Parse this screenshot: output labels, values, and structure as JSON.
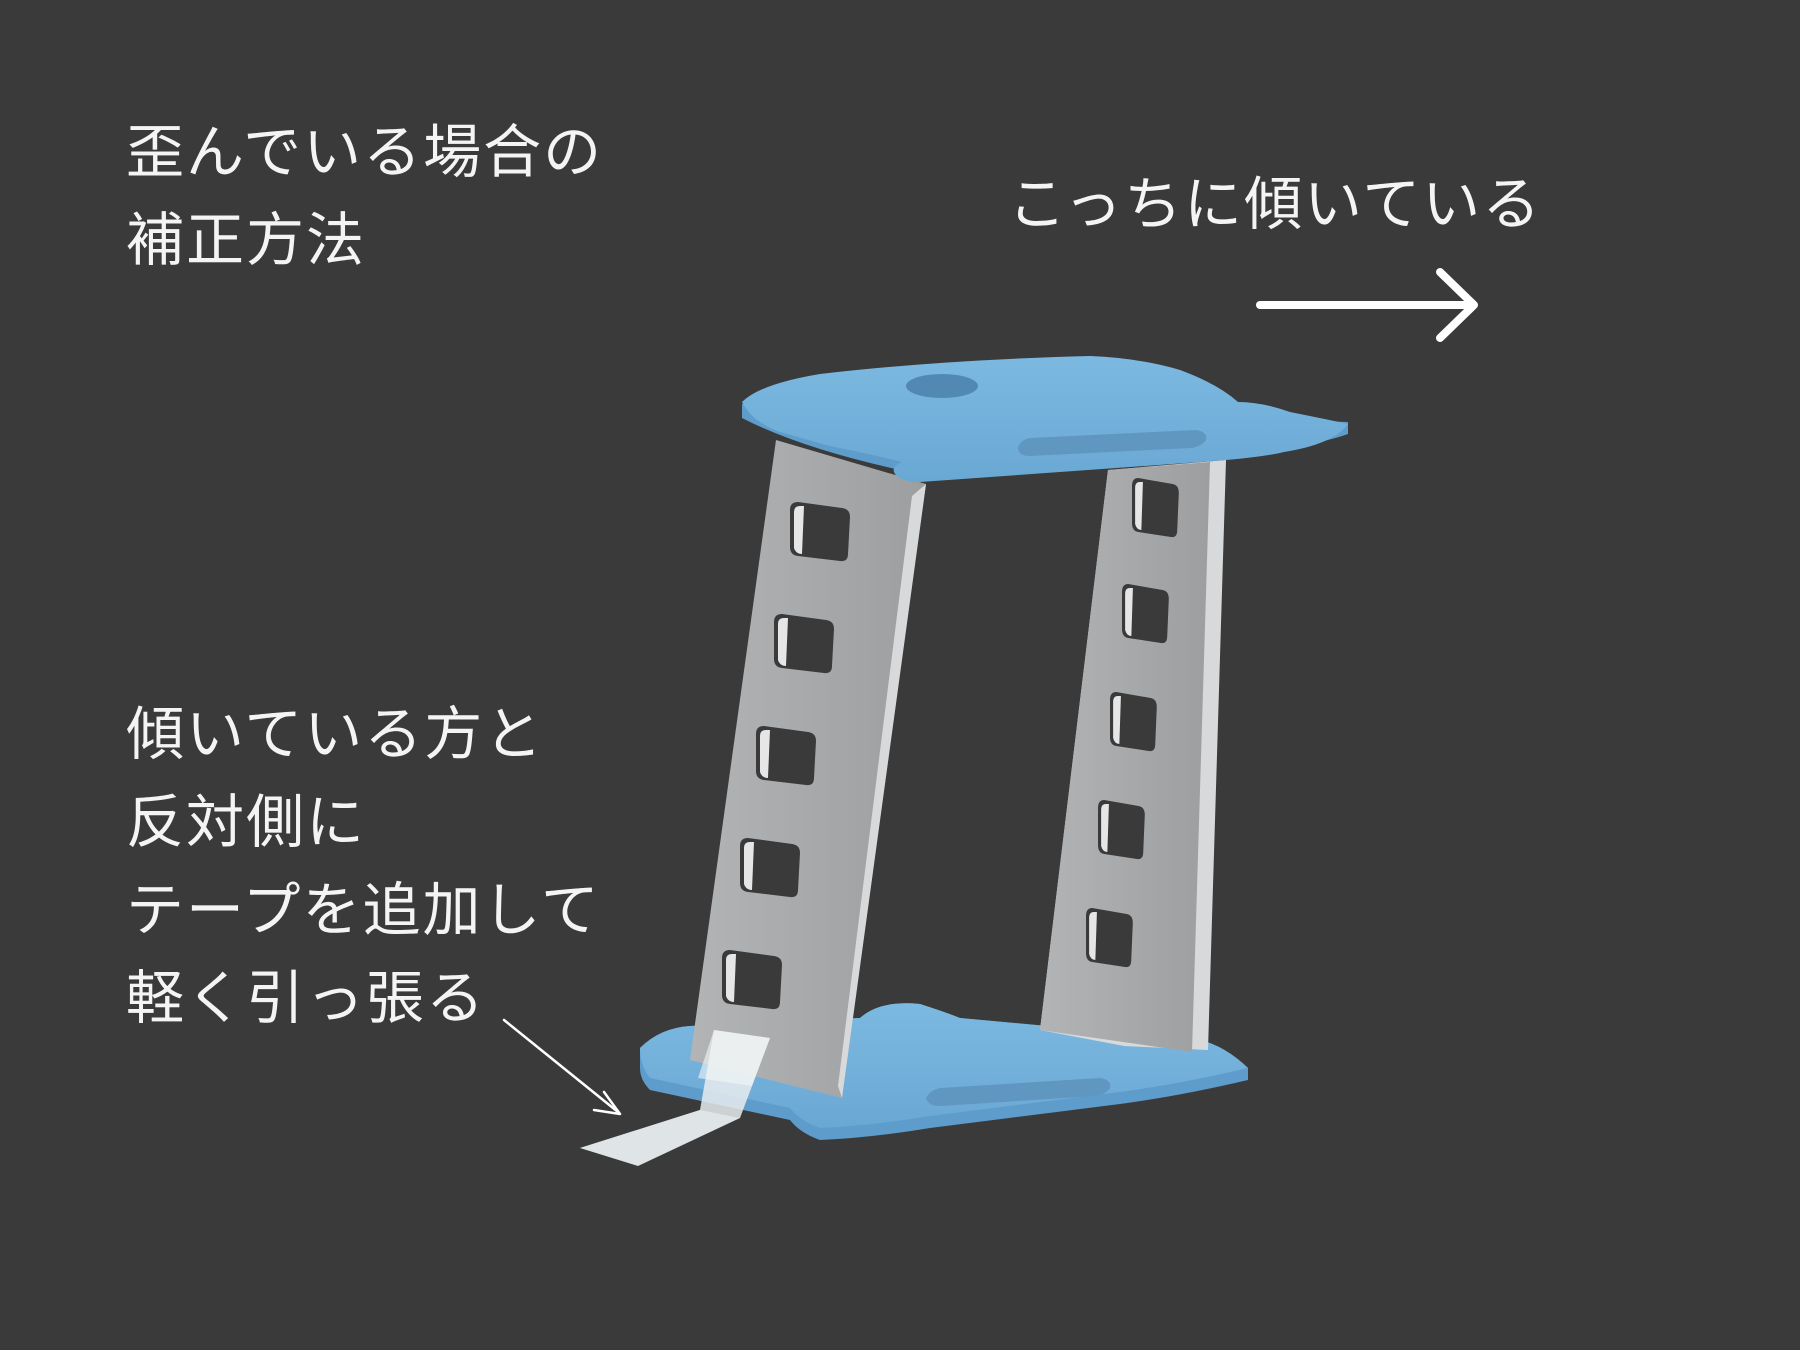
{
  "title": {
    "line1": "歪んでいる場合の",
    "line2": "補正方法"
  },
  "direction_label": "こっちに傾いている",
  "instruction": {
    "line1": "傾いている方と",
    "line2": "反対側に",
    "line3": "テープを追加して",
    "line4": "軽く引っ張る"
  },
  "colors": {
    "background": "#3a3a3a",
    "plate": "#76b3dc",
    "plate_edge": "#5d9ccb",
    "leg": "#a6a8aa",
    "leg_edge": "#d8d9da",
    "tape": "#d7dde0",
    "text": "#f4f4f4"
  },
  "icons": {
    "direction_arrow": "arrow-right-icon",
    "pointer_arrow": "arrow-down-right-icon"
  }
}
